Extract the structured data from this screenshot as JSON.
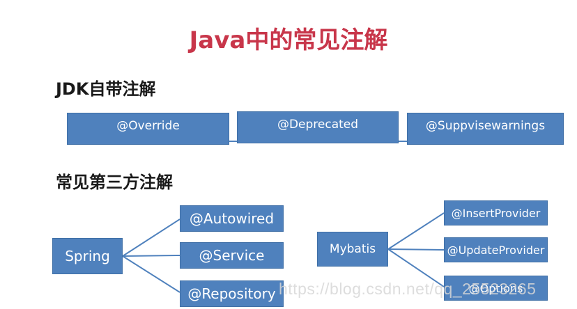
{
  "title": "Java中的常见注解",
  "colors": {
    "title": "#c8364a",
    "box_fill": "#4f81bd",
    "box_border": "#3f6fa6",
    "connector": "#4f81bd"
  },
  "jdk_section": {
    "heading": "JDK自带注解",
    "annotations": [
      "@Override",
      "@Deprecated",
      "@Suppvisewarnings"
    ]
  },
  "third_party_section": {
    "heading": "常见第三方注解",
    "groups": [
      {
        "library": "Spring",
        "annotations": [
          "@Autowired",
          "@Service",
          "@Repository"
        ]
      },
      {
        "library": "Mybatis",
        "annotations": [
          "@InsertProvider",
          "@UpdateProvider",
          "@Options"
        ]
      }
    ]
  },
  "watermark": "https://blog.csdn.net/qq_25523265"
}
